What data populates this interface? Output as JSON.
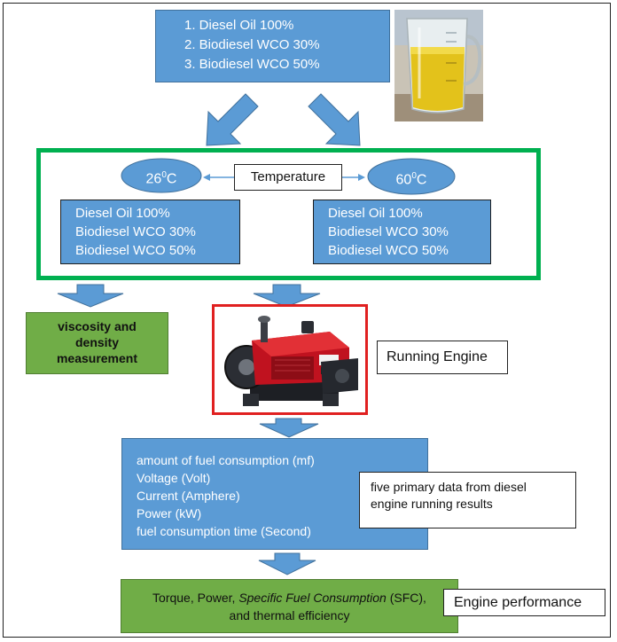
{
  "fuels_top": [
    "1.  Diesel Oil 100%",
    "2.  Biodiesel WCO 30%",
    "3.  Biodiesel WCO 50%"
  ],
  "temperature": {
    "label": "Temperature",
    "low_value": "26",
    "low_sup": "0",
    "low_unit": "C",
    "high_value": "60",
    "high_sup": "0",
    "high_unit": "C"
  },
  "fuels_left": [
    "Diesel Oil 100%",
    "Biodiesel WCO 30%",
    "Biodiesel WCO 50%"
  ],
  "fuels_right": [
    "Diesel Oil 100%",
    "Biodiesel WCO 30%",
    "Biodiesel WCO 50%"
  ],
  "viscosity": [
    "viscosity and",
    "density",
    "measurement"
  ],
  "running_engine": "Running Engine",
  "primary_data": [
    "amount of fuel consumption (mf)",
    "Voltage (Volt)",
    "Current (Amphere)",
    "Power (kW)",
    "fuel consumption time (Second)"
  ],
  "primary_note": [
    "five primary data from diesel",
    "engine running results"
  ],
  "performance": {
    "line1_a": "Torque, Power, ",
    "line1_b": "Specific Fuel Consumption",
    "line1_c": " (SFC),",
    "line2": "and thermal efficiency"
  },
  "engine_performance": "Engine performance",
  "colors": {
    "blue": "#5b9bd5",
    "green_box": "#70ad47",
    "green_frame": "#00b050",
    "red_frame": "#e02020"
  }
}
